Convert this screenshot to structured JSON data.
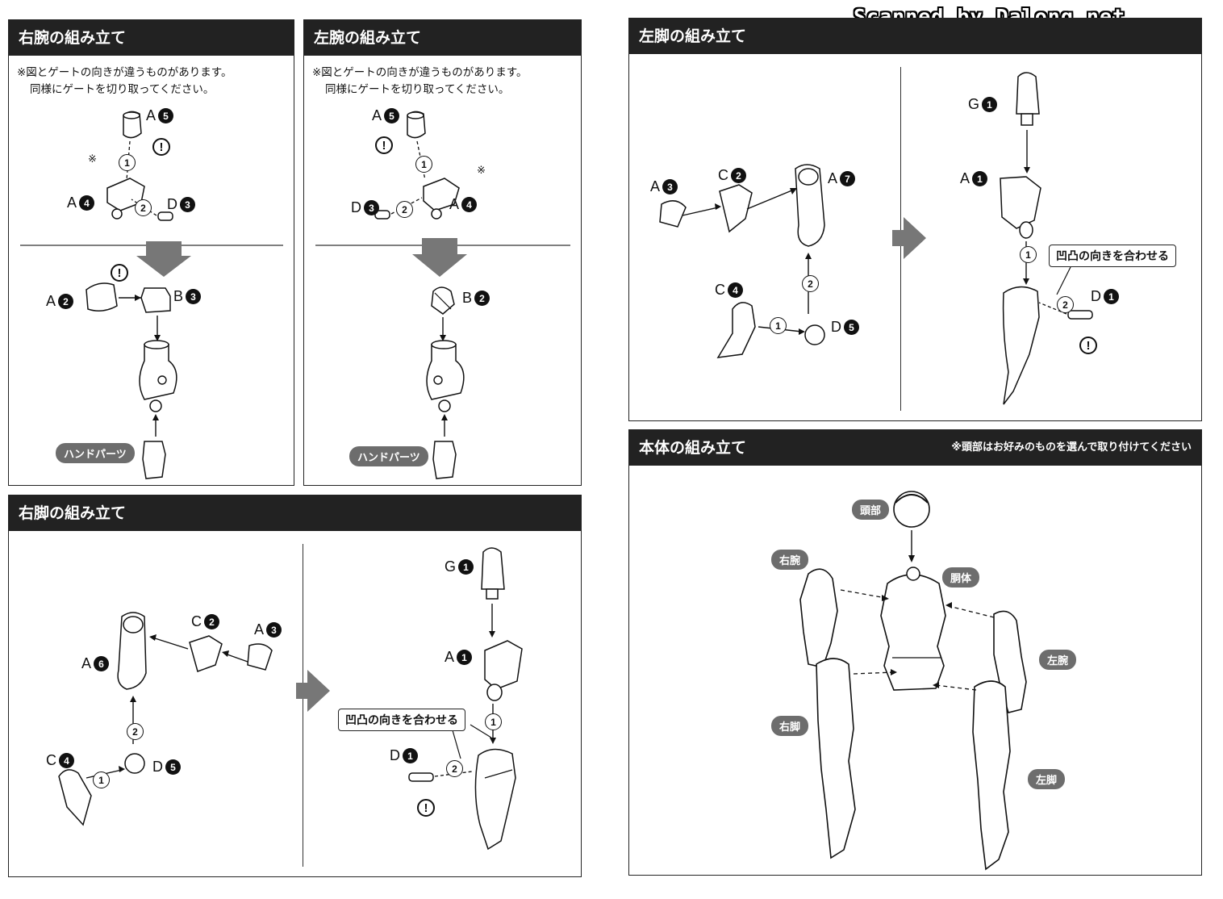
{
  "watermark": "Scanned by Dalong.net",
  "right_arm": {
    "title": "右腕の組み立て",
    "note_line1": "※図とゲートの向きが違うものがあります。",
    "note_line2": "同様にゲートを切り取ってください。",
    "parts": {
      "a5": "A",
      "a4": "A",
      "d3": "D",
      "a2": "A",
      "b3": "B"
    },
    "part_nums": {
      "a5": "5",
      "a4": "4",
      "d3": "3",
      "a2": "2",
      "b3": "3"
    },
    "steps": {
      "s1": "1",
      "s2": "2"
    },
    "mark": "※",
    "hand_label": "ハンドパーツ"
  },
  "left_arm": {
    "title": "左腕の組み立て",
    "note_line1": "※図とゲートの向きが違うものがあります。",
    "note_line2": "同様にゲートを切り取ってください。",
    "parts": {
      "a5": "A",
      "d3": "D",
      "a4": "A",
      "b2": "B"
    },
    "part_nums": {
      "a5": "5",
      "d3": "3",
      "a4": "4",
      "b2": "2"
    },
    "steps": {
      "s1": "1",
      "s2": "2"
    },
    "mark": "※",
    "hand_label": "ハンドパーツ"
  },
  "right_leg": {
    "title": "右脚の組み立て",
    "parts": {
      "c2": "C",
      "a3": "A",
      "a6": "A",
      "c4": "C",
      "d5": "D",
      "g1": "G",
      "a1": "A",
      "d1": "D"
    },
    "part_nums": {
      "c2": "2",
      "a3": "3",
      "a6": "6",
      "c4": "4",
      "d5": "5",
      "g1": "1",
      "a1": "1",
      "d1": "1"
    },
    "steps": {
      "s1": "1",
      "s2": "2",
      "s1b": "1",
      "s2b": "2"
    },
    "callout": "凹凸の向きを合わせる"
  },
  "left_leg": {
    "title": "左脚の組み立て",
    "parts": {
      "a3": "A",
      "c2": "C",
      "a7": "A",
      "c4": "C",
      "d5": "D",
      "g1": "G",
      "a1": "A",
      "d1": "D"
    },
    "part_nums": {
      "a3": "3",
      "c2": "2",
      "a7": "7",
      "c4": "4",
      "d5": "5",
      "g1": "1",
      "a1": "1",
      "d1": "1"
    },
    "steps": {
      "s1": "1",
      "s2": "2",
      "s1b": "1",
      "s2b": "2"
    },
    "callout": "凹凸の向きを合わせる"
  },
  "body": {
    "title": "本体の組み立て",
    "note": "※頭部はお好みのものを選んで取り付けてください",
    "labels": {
      "head": "頭部",
      "torso": "胴体",
      "right_arm": "右腕",
      "left_arm": "左腕",
      "right_leg": "右脚",
      "left_leg": "左脚"
    }
  },
  "warning_glyph": "!"
}
